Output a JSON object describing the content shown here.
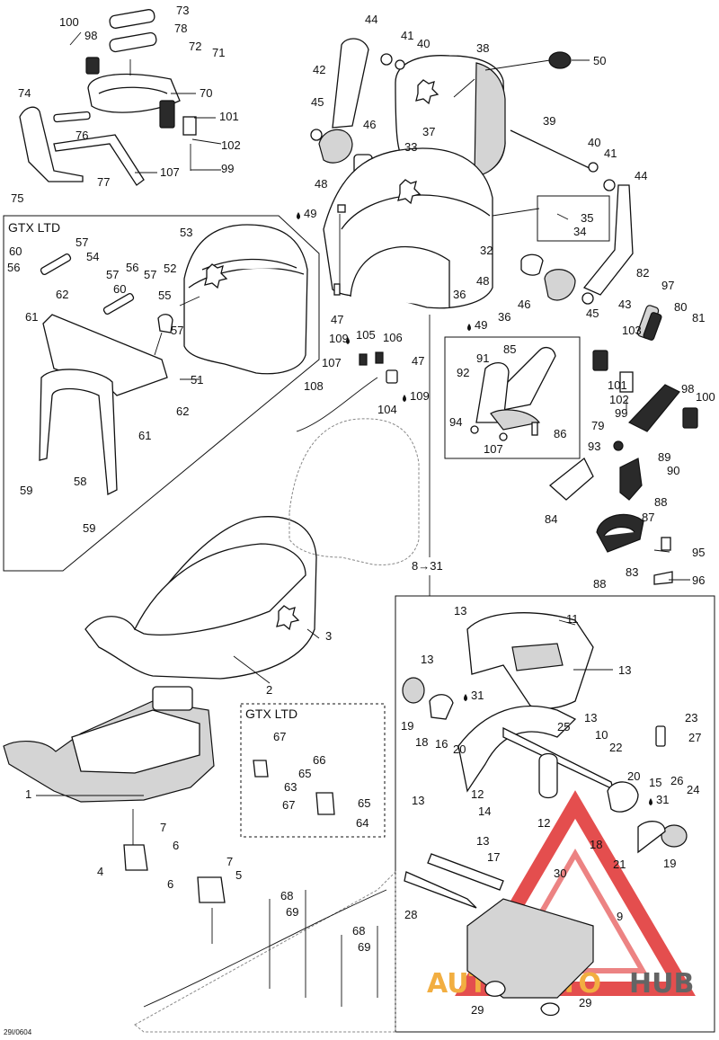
{
  "panels": {
    "gtx_ltd_upper": "GTX LTD",
    "gtx_ltd_lower": "GTX LTD"
  },
  "cross_ref": "8→31",
  "code": "29I/0604",
  "watermark": {
    "part1": "AUTOMOTO",
    "part2": "HUB",
    "color_orange": "#f0a020",
    "color_red": "#e03030",
    "color_grey": "#4a4a4a"
  },
  "callouts": {
    "c1": "1",
    "c2": "2",
    "c3": "3",
    "c4": "4",
    "c5": "5",
    "c6a": "6",
    "c6b": "6",
    "c7a": "7",
    "c7b": "7",
    "c9": "9",
    "c10": "10",
    "c11": "11",
    "c12a": "12",
    "c12b": "12",
    "c13a": "13",
    "c13b": "13",
    "c13c": "13",
    "c13d": "13",
    "c13e": "13",
    "c13f": "13",
    "c14": "14",
    "c15": "15",
    "c16": "16",
    "c17": "17",
    "c18a": "18",
    "c18b": "18",
    "c19a": "19",
    "c19b": "19",
    "c20a": "20",
    "c20b": "20",
    "c21": "21",
    "c22": "22",
    "c23": "23",
    "c24": "24",
    "c25": "25",
    "c26": "26",
    "c27": "27",
    "c28": "28",
    "c29a": "29",
    "c29b": "29",
    "c30": "30",
    "c31a": "31",
    "c31b": "31",
    "c32": "32",
    "c33": "33",
    "c34": "34",
    "c35": "35",
    "c36a": "36",
    "c36b": "36",
    "c37": "37",
    "c38": "38",
    "c39": "39",
    "c40a": "40",
    "c40b": "40",
    "c41a": "41",
    "c41b": "41",
    "c42": "42",
    "c43": "43",
    "c44a": "44",
    "c44b": "44",
    "c45a": "45",
    "c45b": "45",
    "c46a": "46",
    "c46b": "46",
    "c47a": "47",
    "c47b": "47",
    "c48a": "48",
    "c48b": "48",
    "c49a": "49",
    "c49b": "49",
    "c50": "50",
    "c51": "51",
    "c52": "52",
    "c53": "53",
    "c54": "54",
    "c55": "55",
    "c56a": "56",
    "c56b": "56",
    "c57a": "57",
    "c57b": "57",
    "c57c": "57",
    "c57d": "57",
    "c58": "58",
    "c59a": "59",
    "c59b": "59",
    "c60a": "60",
    "c60b": "60",
    "c61a": "61",
    "c61b": "61",
    "c62a": "62",
    "c62b": "62",
    "c63": "63",
    "c64": "64",
    "c65a": "65",
    "c65b": "65",
    "c66": "66",
    "c67a": "67",
    "c67b": "67",
    "c68a": "68",
    "c68b": "68",
    "c69a": "69",
    "c69b": "69",
    "c70": "70",
    "c71": "71",
    "c72": "72",
    "c73": "73",
    "c74": "74",
    "c75": "75",
    "c76": "76",
    "c77": "77",
    "c78": "78",
    "c79": "79",
    "c80": "80",
    "c81": "81",
    "c82": "82",
    "c83": "83",
    "c84": "84",
    "c85": "85",
    "c86": "86",
    "c87": "87",
    "c88a": "88",
    "c88b": "88",
    "c89": "89",
    "c90": "90",
    "c91": "91",
    "c92": "92",
    "c93": "93",
    "c94": "94",
    "c95": "95",
    "c96": "96",
    "c97": "97",
    "c98a": "98",
    "c98b": "98",
    "c99a": "99",
    "c99b": "99",
    "c100a": "100",
    "c100b": "100",
    "c101a": "101",
    "c101b": "101",
    "c102a": "102",
    "c102b": "102",
    "c103": "103",
    "c104": "104",
    "c105": "105",
    "c106": "106",
    "c107a": "107",
    "c107b": "107",
    "c107c": "107",
    "c108": "108",
    "c109a": "109",
    "c109b": "109"
  }
}
